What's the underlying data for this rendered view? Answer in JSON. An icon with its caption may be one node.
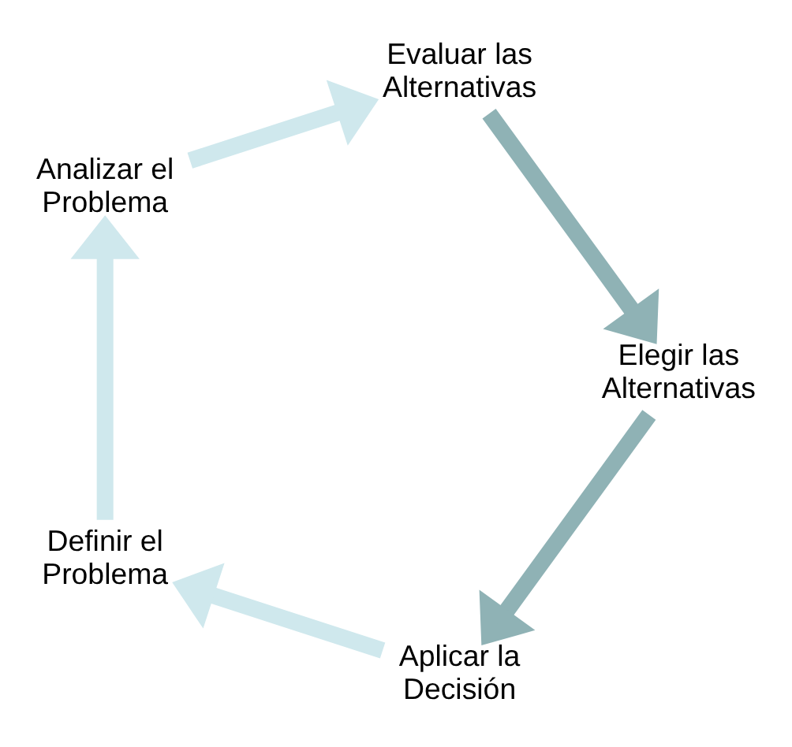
{
  "diagram": {
    "nodes": [
      {
        "text": [
          "Aplicar la Decisión"
        ]
      },
      {
        "text": [
          "Definir el Problema"
        ]
      },
      {
        "text": [
          "Analizar el Problema"
        ]
      },
      {
        "text": [
          "Evaluar las Alternativas"
        ]
      },
      {
        "text": [
          "Elegir las Alternativas"
        ]
      }
    ],
    "edges": [
      {
        "from": 0,
        "to": 1,
        "arrow": "to"
      },
      {
        "from": 1,
        "to": 2,
        "arrow": "to"
      },
      {
        "from": 2,
        "to": 3,
        "arrow": "to"
      },
      {
        "from": 3,
        "to": 4,
        "arrow": "to",
        "color": "#8fb2b5"
      },
      {
        "from": 4,
        "to": 0,
        "arrow": "to",
        "color": "#8fb2b5"
      }
    ]
  }
}
